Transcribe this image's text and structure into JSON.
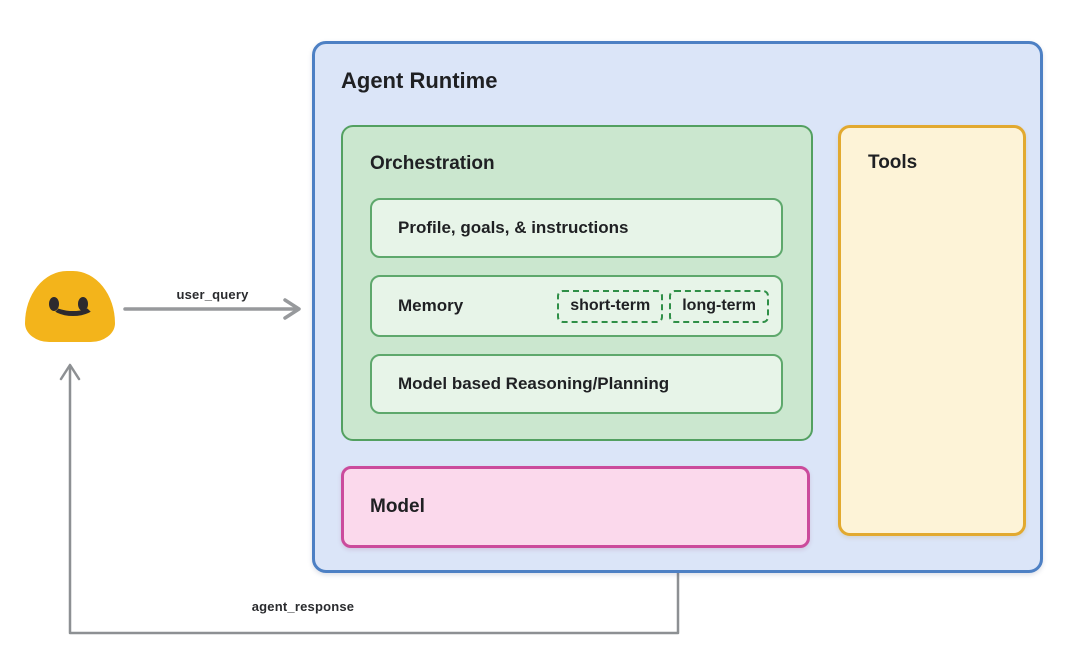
{
  "flows": {
    "user_query": "user_query",
    "agent_response": "agent_response"
  },
  "agent_runtime": {
    "title": "Agent Runtime",
    "orchestration": {
      "title": "Orchestration",
      "rows": [
        {
          "label": "Profile, goals, & instructions"
        },
        {
          "label": "Memory",
          "chips": [
            "short-term",
            "long-term"
          ]
        },
        {
          "label": "Model based Reasoning/Planning"
        }
      ]
    },
    "model": {
      "title": "Model"
    },
    "tools": {
      "title": "Tools"
    }
  },
  "icons": {
    "user": "user-smiley-icon"
  },
  "colors": {
    "runtime_fill": "#dbe5f8",
    "runtime_border": "#4d80c4",
    "orchestration_fill": "#cbe7cf",
    "orchestration_border": "#53a061",
    "row_fill": "#e7f4e8",
    "row_border": "#5ea86c",
    "chip_border": "#2f8f47",
    "model_fill": "#fbd9ec",
    "model_border": "#cb4b9c",
    "tools_fill": "#fdf3d7",
    "tools_border": "#e2a92f",
    "arrow_gray": "#97999c",
    "user_icon_fill": "#f3b41b",
    "text": "#1f2023"
  }
}
